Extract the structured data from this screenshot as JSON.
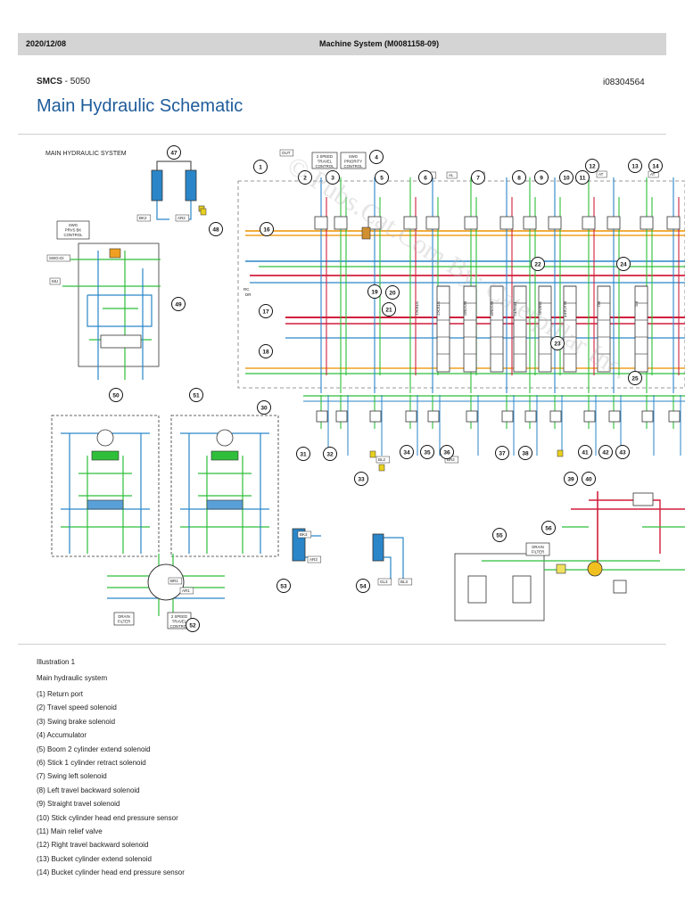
{
  "header": {
    "date": "2020/12/08",
    "title": "Machine System (M0081158-09)"
  },
  "smcs": {
    "label": "SMCS",
    "separator": " - ",
    "code": "5050"
  },
  "doc_id": "i08304564",
  "page_title": "Main Hydraulic Schematic",
  "schematic": {
    "system_label": "MAIN HYDRAULIC SYSTEM",
    "watermark": "© Pubs.Cat.Com By: Caterpillar Inc.",
    "callouts": [
      "47",
      "48",
      "49",
      "1",
      "2",
      "3",
      "4",
      "5",
      "6",
      "7",
      "8",
      "9",
      "10",
      "11",
      "12",
      "13",
      "14",
      "16",
      "17",
      "18",
      "19",
      "20",
      "21",
      "22",
      "23",
      "24",
      "25",
      "30",
      "31",
      "32",
      "33",
      "34",
      "35",
      "36",
      "37",
      "38",
      "39",
      "40",
      "41",
      "42",
      "43",
      "50",
      "51",
      "52",
      "53",
      "54",
      "55",
      "56"
    ],
    "boxes": {
      "swg_prvs": "SWG\nPRVS BK\nCONTROL",
      "two_speed_travel": "2 SPEED\nTRAVEL\nCONTROL",
      "swg_priority": "SWG\nPRIORITY\nCONTROL",
      "drain_filter": "DRAIN\nFILTER",
      "two_speed_travel_bottom": "2 SPEED\nTRAVEL\nCONTROL",
      "drain_filter_right": "DRAIN\nFILTER"
    },
    "port_tags": [
      "OUT",
      "ALT",
      "AL",
      "AL",
      "AT",
      "AT",
      "SWG-Di",
      "MU",
      "BK2",
      "AR2",
      "BK3",
      "AR3",
      "GL3",
      "BL3",
      "BL2",
      "BR2",
      "BR1",
      "AR1",
      "RC",
      "DR",
      "STICK1",
      "STICK2",
      "BOOM1",
      "BOOM2",
      "TRAVEL",
      "SWING",
      "BUCKET",
      "MJ",
      "FS"
    ]
  },
  "caption": "Illustration 1",
  "legend_title": "Main hydraulic system",
  "legend": [
    "(1) Return port",
    "(2) Travel speed solenoid",
    "(3) Swing brake solenoid",
    "(4) Accumulator",
    "(5) Boom 2 cylinder extend solenoid",
    "(6) Stick 1 cylinder retract solenoid",
    "(7) Swing left solenoid",
    "(8) Left travel backward solenoid",
    "(9) Straight travel solenoid",
    "(10) Stick cylinder head end pressure sensor",
    "(11) Main relief valve",
    "(12) Right travel backward solenoid",
    "(13) Bucket cylinder extend solenoid",
    "(14) Bucket cylinder head end pressure sensor"
  ],
  "colors": {
    "green": "#2fbf3a",
    "blue": "#2a86c9",
    "red": "#d21f3c",
    "orange": "#f0a020",
    "black": "#222222",
    "title_blue": "#1f5c9a",
    "header_gray": "#d4d4d4"
  }
}
